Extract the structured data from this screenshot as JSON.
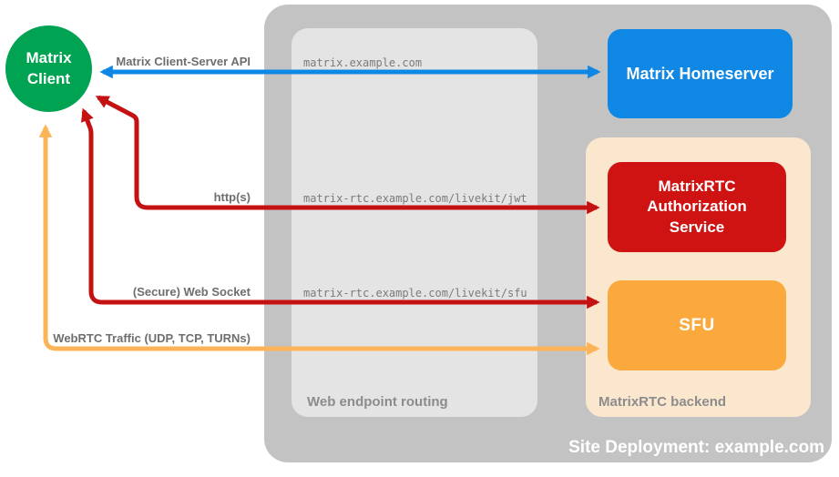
{
  "containers": {
    "site_deployment": {
      "label": "Site Deployment: example.com",
      "color": "#C3C3C3"
    },
    "web_endpoint_routing": {
      "label": "Web endpoint routing",
      "color": "#E4E4E4"
    },
    "matrixrtc_backend": {
      "label": "MatrixRTC backend",
      "color": "#FBE7CE"
    }
  },
  "nodes": {
    "matrix_client": {
      "label": "Matrix Client",
      "color": "#00A352",
      "shape": "circle"
    },
    "matrix_homeserver": {
      "label": "Matrix Homeserver",
      "color": "#0E87E5"
    },
    "matrixrtc_authorization_service": {
      "label": "MatrixRTC Authorization Service",
      "color": "#CE1312"
    },
    "sfu": {
      "label": "SFU",
      "color": "#FBA93D"
    }
  },
  "connections": [
    {
      "label": "Matrix Client-Server API",
      "endpoint": "matrix.example.com",
      "from": "matrix_client",
      "to": "matrix_homeserver",
      "color": "#0E87E5",
      "bidirectional": true
    },
    {
      "label": "http(s)",
      "endpoint": "matrix-rtc.example.com/livekit/jwt",
      "from": "matrix_client",
      "to": "matrixrtc_authorization_service",
      "color": "#C41111",
      "bidirectional": true
    },
    {
      "label": "(Secure) Web Socket",
      "endpoint": "matrix-rtc.example.com/livekit/sfu",
      "from": "matrix_client",
      "to": "sfu",
      "color": "#C41111",
      "bidirectional": true
    },
    {
      "label": "WebRTC Traffic (UDP, TCP, TURNs)",
      "endpoint": "",
      "from": "matrix_client",
      "to": "sfu",
      "color": "#FCB458",
      "bidirectional": true
    }
  ]
}
